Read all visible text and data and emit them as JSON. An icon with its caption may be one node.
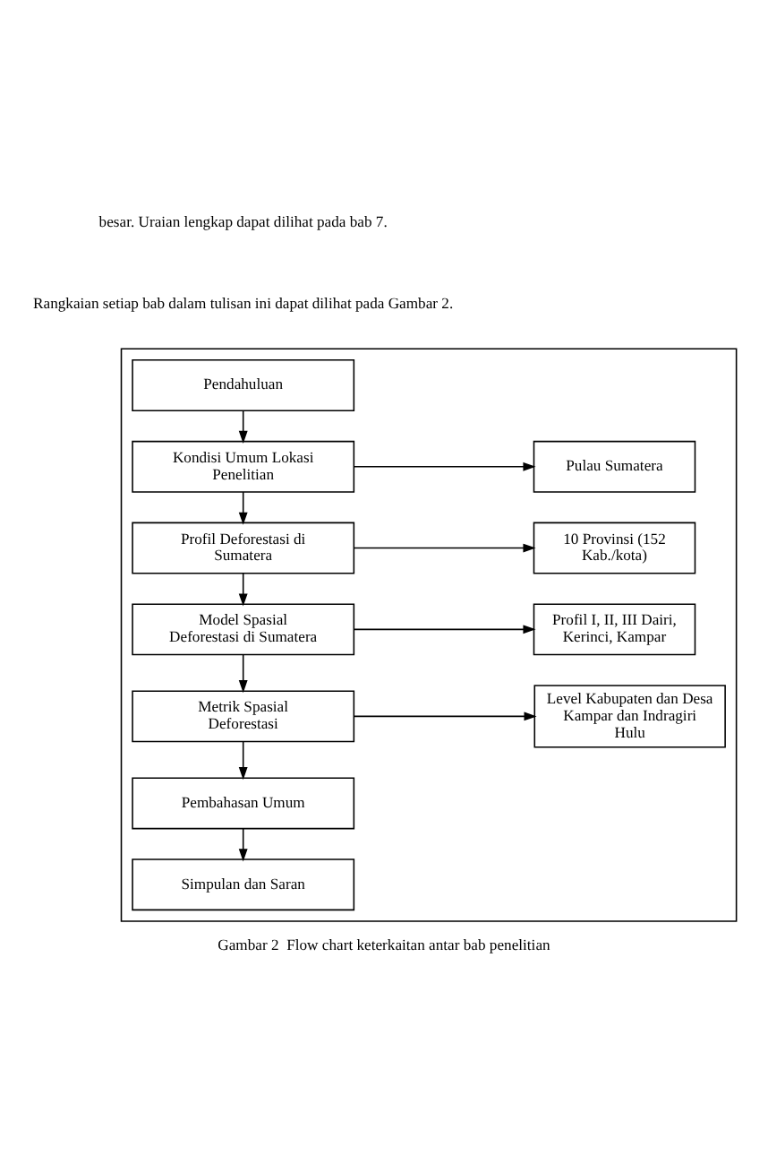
{
  "diagram": {
    "caption": "Gambar 2  Flow chart keterkaitan antar bab penelitian",
    "nodes": [
      {
        "text": [],
        "shape": "box"
      },
      {
        "text": [
          "Pendahuluan"
        ],
        "in": 0
      },
      {
        "text": [
          "Kondisi Umum Lokasi Penelitian"
        ],
        "in": 0
      },
      {
        "text": [
          "Pulau Sumatera"
        ],
        "in": 0
      },
      {
        "text": [
          "Profil Deforestasi di Sumatera"
        ],
        "in": 0
      },
      {
        "text": [
          "10 Provinsi (152 Kab./kota)"
        ],
        "in": 0
      },
      {
        "text": [
          "Model Spasial Deforestasi di Sumatera"
        ],
        "in": 0
      },
      {
        "text": [
          "Profil I, II, III Dairi, Kerinci, Kampar"
        ],
        "in": 0
      },
      {
        "text": [
          "Metrik Spasial Deforestasi"
        ],
        "in": 0
      },
      {
        "text": [
          "Level Kabupaten dan Desa Kampar dan Indragiri Hulu"
        ],
        "in": 0
      },
      {
        "text": [
          "Pembahasan Umum"
        ],
        "in": 0
      },
      {
        "text": [
          "Simpulan dan Saran"
        ],
        "in": 0
      }
    ],
    "edges": [
      {
        "from": 1,
        "to": 2,
        "arrow": "to"
      },
      {
        "from": 2,
        "to": 3,
        "arrow": "to"
      },
      {
        "from": 2,
        "to": 4,
        "arrow": "to"
      },
      {
        "from": 4,
        "to": 5,
        "arrow": "to"
      },
      {
        "from": 4,
        "to": 6,
        "arrow": "to"
      },
      {
        "from": 6,
        "to": 7,
        "arrow": "to"
      },
      {
        "from": 6,
        "to": 8,
        "arrow": "to"
      },
      {
        "from": 8,
        "to": 9,
        "arrow": "to"
      },
      {
        "from": 8,
        "to": 10,
        "arrow": "to"
      },
      {
        "from": 10,
        "to": 11,
        "arrow": "to"
      }
    ],
    "labels": [
      "besar. Uraian lengkap dapat dilihat pada bab 7.",
      "Rangkaian setiap bab dalam tulisan ini dapat dilihat pada Gambar 2."
    ]
  }
}
